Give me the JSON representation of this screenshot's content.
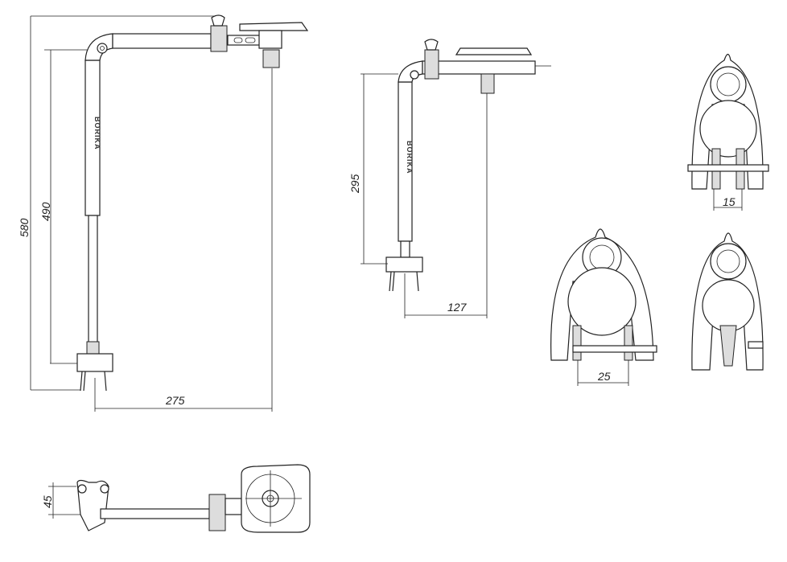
{
  "drawing": {
    "brand_logo": "BORIKA",
    "dimensions": {
      "side_total_height": "580",
      "side_arm_height": "490",
      "side_reach": "275",
      "compact_height": "295",
      "compact_reach": "127",
      "clamp_small_opening": "15",
      "clamp_large_opening": "25",
      "top_view_offset": "45"
    }
  }
}
